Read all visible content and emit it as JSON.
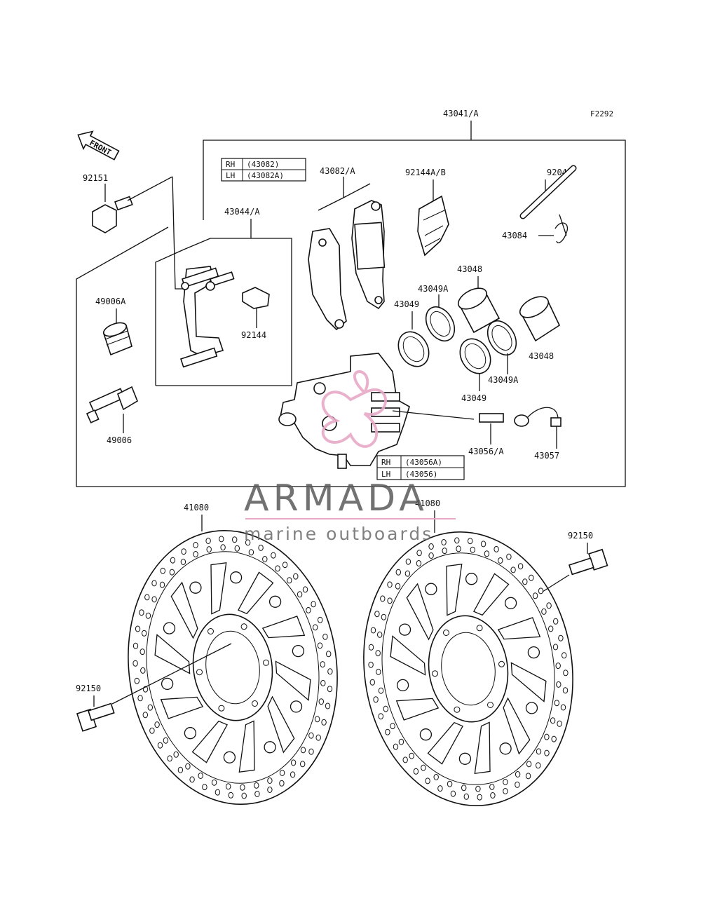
{
  "figure_code": "F2292",
  "front_arrow": "FRONT",
  "callouts": {
    "assembly": "43041/A",
    "pads": "43082/A",
    "pad_spring": "92144A/B",
    "pin": "92043",
    "clip": "43084",
    "bracket": "43044/A",
    "bracket_rubber": "92144",
    "bolt_top": "92151",
    "boot": "49006A",
    "bleeder": "49006",
    "piston_top": "43048",
    "piston_right": "43048",
    "dust_seal_top": "43049A",
    "piston_seal_top": "43049",
    "dust_seal_bottom": "43049A",
    "piston_seal_bottom": "43049",
    "caliper": "43056/A",
    "hose_fitting": "43057",
    "disc_left": "41080",
    "disc_right": "41080",
    "disc_bolt_left": "92150",
    "disc_bolt_right": "92150"
  },
  "pad_table": [
    {
      "side": "RH",
      "part": "(43082)"
    },
    {
      "side": "LH",
      "part": "(43082A)"
    }
  ],
  "caliper_table": [
    {
      "side": "RH",
      "part": "(43056A)"
    },
    {
      "side": "LH",
      "part": "(43056)"
    }
  ],
  "watermark": {
    "title": "ARMADA",
    "subtitle": "marine outboards",
    "logo_color": "#e8a8c8"
  }
}
